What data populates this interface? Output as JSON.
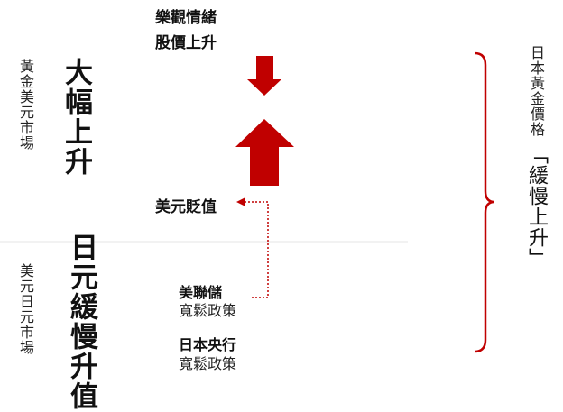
{
  "left": {
    "top_label": "黃金美元市場",
    "top_effect": "大幅上升",
    "bottom_label": "美元日元市場",
    "bottom_effect": "日元緩慢升值"
  },
  "center": {
    "sentiment": "樂觀情緒",
    "stocks": "股價上升",
    "usd": "美元貶值",
    "fed": "美聯儲",
    "fed_policy": "寬鬆政策",
    "boj": "日本央行",
    "boj_policy": "寬鬆政策"
  },
  "right": {
    "title": "日本黃金價格",
    "result": "「緩慢上升」"
  },
  "colors": {
    "accent": "#c00000"
  }
}
